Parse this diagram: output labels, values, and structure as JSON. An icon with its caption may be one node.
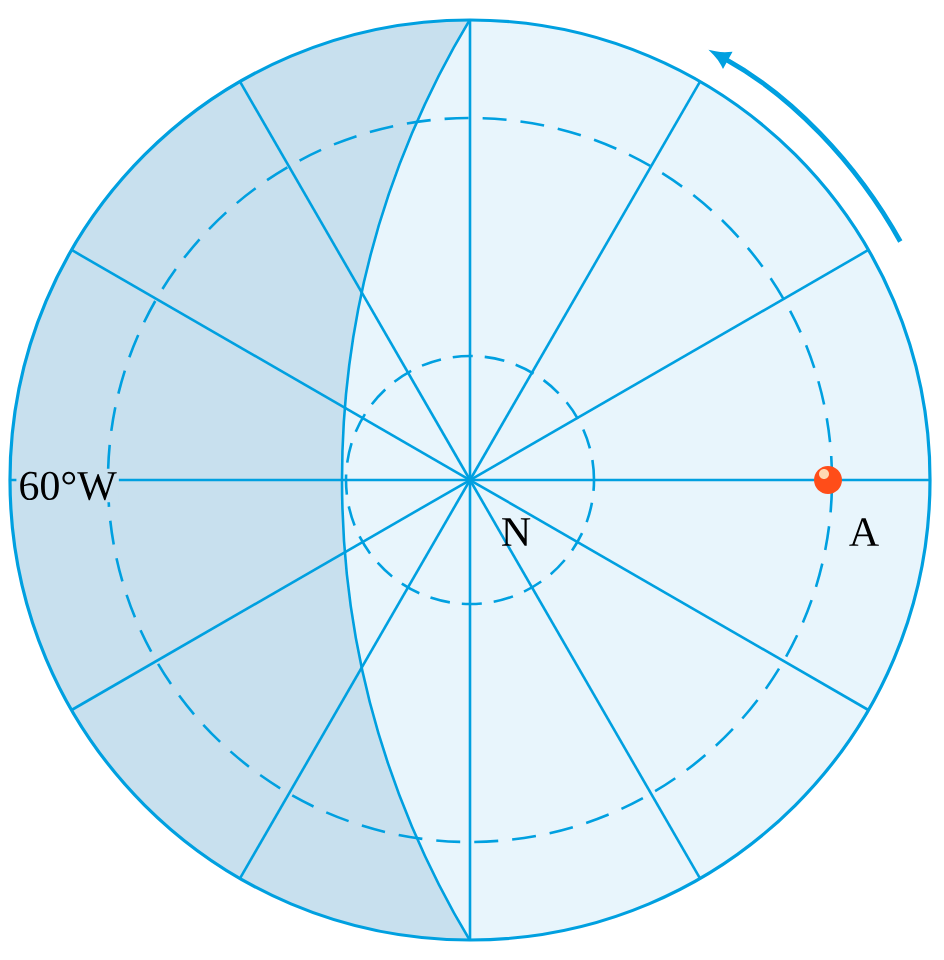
{
  "diagram": {
    "labels": [
      "60°W",
      "N",
      "A"
    ]
  }
}
